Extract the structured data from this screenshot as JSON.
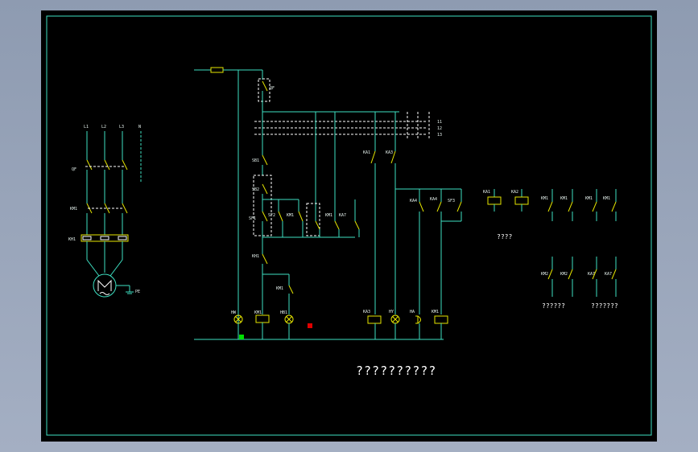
{
  "colors": {
    "background_outer": "#98a4b8",
    "canvas": "#000000",
    "wire": "#3ee0c2",
    "contact": "#e6e600",
    "text": "#ffffff",
    "marker_green": "#00e000",
    "marker_red": "#e00000"
  },
  "labels": {
    "l1": "L1",
    "l2": "L2",
    "l3": "L3",
    "n": "N",
    "qf": "QF",
    "km1": "KM1",
    "kh1": "KH1",
    "pe": "PE",
    "qf_ctrl": "QF",
    "sb1": "SB1",
    "sb2": "SB2",
    "sf1": "SF1",
    "sf2": "SF2",
    "sf3": "SF3",
    "km1_aux": "KM1",
    "ka7": "KA7",
    "kh1_ctrl": "KH1",
    "hw": "HW",
    "hb1": "HB1",
    "hy": "HY",
    "ha": "HA",
    "ka1": "KA1",
    "ka3": "KA3",
    "ka4": "KA4",
    "km1_coil": "KM1",
    "ka3_coil": "KA3",
    "ka4_coil": "KA4",
    "ka1_r": "KA1",
    "ka2_r": "KA2",
    "km1_a": "KM1",
    "km1_b": "KM1",
    "km1_c": "KM1",
    "km1_d": "KM1",
    "km2_a": "KM2",
    "km2_b": "KM2",
    "ka7_a": "KA7",
    "ka7_b": "KA7",
    "bus1": "11",
    "bus2": "12",
    "bus3": "13"
  },
  "captions": {
    "relay_group": "????",
    "km_group": "??????",
    "ka_group": "???????",
    "title": "??????????"
  }
}
